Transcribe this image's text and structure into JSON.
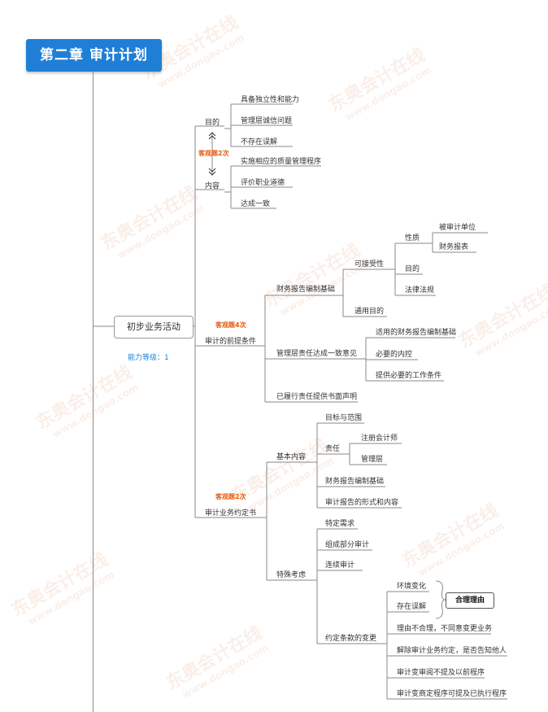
{
  "chapter_title": "第二章  审计计划",
  "root": {
    "label": "初步业务活动",
    "ability": "能力等级：1"
  },
  "watermark": {
    "brand": "东奥会计在线",
    "url": "www.dongao.com"
  },
  "branch1": {
    "objective": "目的",
    "objective_items": [
      "具备独立性和能力",
      "管理层诚信问题",
      "不存在误解"
    ],
    "exam_tag": "客观题2次",
    "content": "内容",
    "content_items": [
      "实施相应的质量管理程序",
      "评价职业道德",
      "达成一致"
    ]
  },
  "branch2": {
    "label": "审计的前提条件",
    "exam_tag": "客观题4次",
    "framework": "财务报告编制基础",
    "acceptability": "可接受性",
    "nature": "性质",
    "nature_items": [
      "被审计单位",
      "财务报表"
    ],
    "purpose": "目的",
    "law": "法律法规",
    "general_purpose": "通用目的",
    "mgmt_agree": "管理层责任达成一致意见",
    "mgmt_items": [
      "适用的财务报告编制基础",
      "必要的内控",
      "提供必要的工作条件"
    ],
    "written": "已履行责任提供书面声明"
  },
  "branch3": {
    "label": "审计业务约定书",
    "exam_tag": "客观题2次",
    "basic": "基本内容",
    "goal_scope": "目标与范围",
    "responsibility": "责任",
    "resp_items": [
      "注册会计师",
      "管理层"
    ],
    "framework": "财务报告编制基础",
    "report_form": "审计报告的形式和内容",
    "special": "特殊考虑",
    "special_items": [
      "特定需求",
      "组成部分审计",
      "连续审计"
    ],
    "change": "约定条款的变更",
    "change_items": [
      "环境变化",
      "存在误解",
      "理由不合理，不同意变更业务",
      "解除审计业务约定，是否告知他人",
      "审计变审阅不提及以前程序",
      "审计变商定程序可提及已执行程序"
    ],
    "reasonable": "合理理由"
  }
}
